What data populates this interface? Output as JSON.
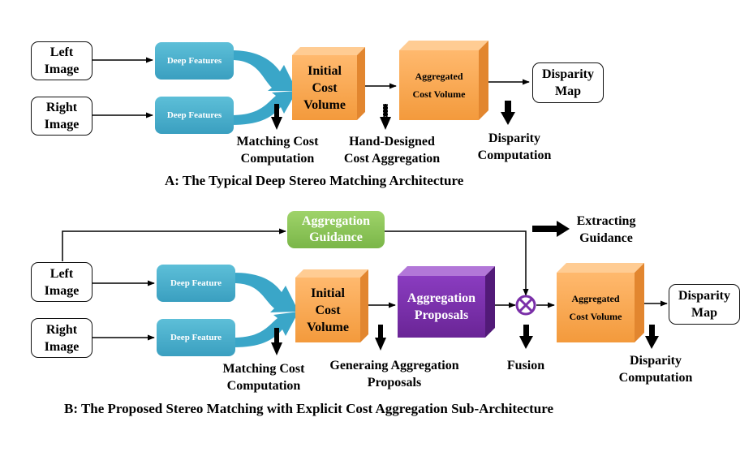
{
  "panel_a": {
    "title": "A: The Typical Deep Stereo Matching Architecture",
    "left_image": "Left\nImage",
    "right_image": "Right\nImage",
    "deep_features_1": "Deep Features",
    "deep_features_2": "Deep Features",
    "initial_cost_volume": "Initial\nCost\nVolume",
    "aggregated_cost_volume": "Aggregated\nCost Volume",
    "disparity_map": "Disparity\nMap",
    "matching_cost_computation": "Matching Cost\nComputation",
    "hand_designed_cost_aggregation": "Hand-Designed\nCost Aggregation",
    "disparity_computation": "Disparity\nComputation"
  },
  "panel_b": {
    "title": "B: The Proposed Stereo Matching with Explicit Cost Aggregation Sub-Architecture",
    "left_image": "Left\nImage",
    "right_image": "Right\nImage",
    "deep_feature_1": "Deep Feature",
    "deep_feature_2": "Deep Feature",
    "aggregation_guidance": "Aggregation\nGuidance",
    "extracting_guidance": "Extracting\nGuidance",
    "initial_cost_volume": "Initial\nCost\nVolume",
    "aggregation_proposals": "Aggregation\nProposals",
    "aggregated_cost_volume": "Aggregated\nCost Volume",
    "disparity_map": "Disparity\nMap",
    "matching_cost_computation": "Matching Cost\nComputation",
    "generating_aggregation_proposals": "Generaing Aggregation\nProposals",
    "fusion": "Fusion",
    "disparity_computation": "Disparity\nComputation"
  },
  "colors": {
    "deep_feature": "#49aecb",
    "initial_cost_volume": "#f5a04b",
    "aggregated_cost_volume": "#f7a453",
    "aggregation_proposals": "#7a2fa8",
    "aggregation_guidance": "#8cc55a",
    "arrow": "#000000"
  }
}
